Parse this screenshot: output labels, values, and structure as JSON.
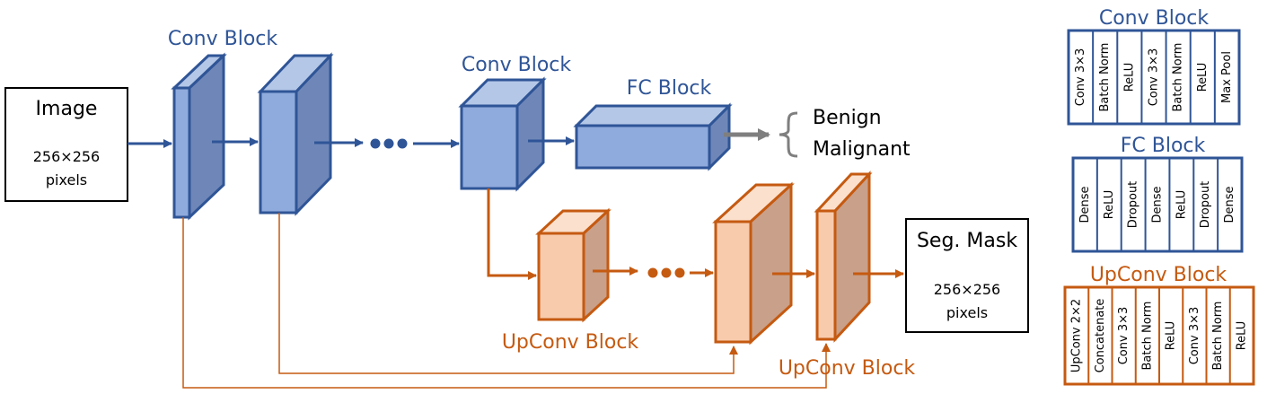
{
  "labels": {
    "conv_block_1": "Conv Block",
    "conv_block_2": "Conv Block",
    "fc_block": "FC Block",
    "upconv_block_1": "UpConv Block",
    "upconv_block_2": "UpConv Block"
  },
  "input": {
    "title": "Image",
    "size": "256×256",
    "unit": "pixels"
  },
  "output": {
    "title": "Seg. Mask",
    "size": "256×256",
    "unit": "pixels"
  },
  "classes": [
    "Benign",
    "Malignant"
  ],
  "legend": {
    "conv": {
      "title": "Conv Block",
      "cells": [
        [
          "Conv 3×3"
        ],
        [
          "Batch Norm"
        ],
        [
          "ReLU"
        ],
        [
          "Conv 3×3"
        ],
        [
          "Batch Norm"
        ],
        [
          "ReLU"
        ],
        [
          "Max Pool"
        ]
      ]
    },
    "fc": {
      "title": "FC Block",
      "cells": [
        [
          "Dense"
        ],
        [
          "ReLU"
        ],
        [
          "Dropout"
        ],
        [
          "Dense"
        ],
        [
          "ReLU"
        ],
        [
          "Dropout"
        ],
        [
          "Dense"
        ]
      ]
    },
    "upconv": {
      "title": "UpConv Block",
      "cells": [
        [
          "UpConv 2×2"
        ],
        [
          "Concatenate"
        ],
        [
          "Conv 3×3"
        ],
        [
          "Batch Norm"
        ],
        [
          "ReLU"
        ],
        [
          "Conv 3×3"
        ],
        [
          "Batch Norm"
        ],
        [
          "ReLU"
        ]
      ]
    }
  },
  "colors": {
    "blue_line": "#2f5597",
    "blue_front": "#8faadc",
    "blue_top": "#b4c7e7",
    "blue_side": "#6f87b8",
    "orange_line": "#c55a11",
    "orange_front": "#f8cbad",
    "orange_top": "#fbe0cd",
    "orange_side": "#c9a08a",
    "gray_arrow": "#7f7f7f"
  }
}
